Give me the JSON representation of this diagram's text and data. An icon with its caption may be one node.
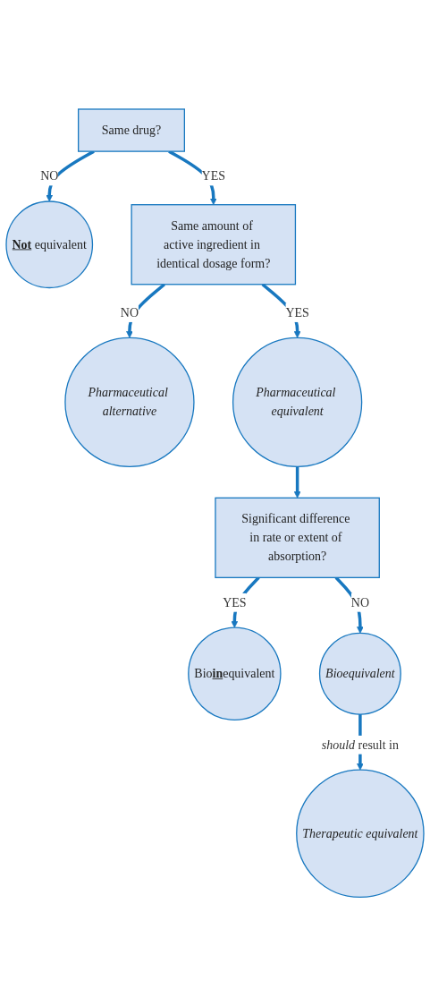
{
  "diagram": {
    "nodes": [
      {
        "text": [
          "Same drug?"
        ]
      },
      {
        "text": [
          "**Not** equivalent"
        ]
      },
      {
        "text": [
          "Same amount of active ingredient in identical dosage form?"
        ]
      },
      {
        "text": [
          "Pharmaceutical alternative"
        ]
      },
      {
        "text": [
          "Pharmaceutical equivalent"
        ]
      },
      {
        "text": [
          "Significant difference in rate or extent of absorption?"
        ]
      },
      {
        "text": [
          "Bio**in**equivalent"
        ]
      },
      {
        "text": [
          "Bioequivalent"
        ]
      },
      {
        "text": [
          "Therapeutic equivalent"
        ]
      }
    ],
    "edges": [
      {
        "from": 0,
        "to": 1,
        "arrow": "to",
        "label": "NO"
      },
      {
        "from": 0,
        "to": 2,
        "arrow": "to",
        "label": "YES"
      },
      {
        "from": 2,
        "to": 3,
        "arrow": "to",
        "label": "NO"
      },
      {
        "from": 2,
        "to": 4,
        "arrow": "to",
        "label": "YES"
      },
      {
        "from": 4,
        "to": 5,
        "arrow": "to"
      },
      {
        "from": 5,
        "to": 6,
        "arrow": "to",
        "label": "YES"
      },
      {
        "from": 5,
        "to": 7,
        "arrow": "to",
        "label": "NO"
      },
      {
        "from": 7,
        "to": 8,
        "arrow": "to",
        "label": "*should* result in"
      }
    ]
  }
}
